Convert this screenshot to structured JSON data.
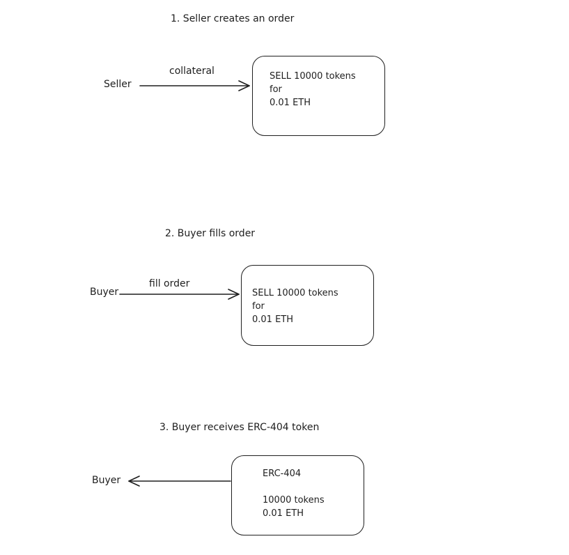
{
  "steps": [
    {
      "title": "1. Seller creates an order",
      "actor": "Seller",
      "edge_label": "collateral",
      "box_lines": [
        "SELL 10000 tokens",
        "for",
        "0.01 ETH"
      ]
    },
    {
      "title": "2. Buyer fills order",
      "actor": "Buyer",
      "edge_label": "fill order",
      "box_lines": [
        "SELL 10000 tokens",
        "for",
        "0.01 ETH"
      ]
    },
    {
      "title": "3. Buyer receives ERC-404 token",
      "actor": "Buyer",
      "edge_label": "",
      "box_lines": [
        "ERC-404",
        "",
        "10000 tokens",
        "0.01 ETH"
      ]
    }
  ],
  "colors": {
    "stroke": "#1e1e1e",
    "background": "#ffffff"
  }
}
